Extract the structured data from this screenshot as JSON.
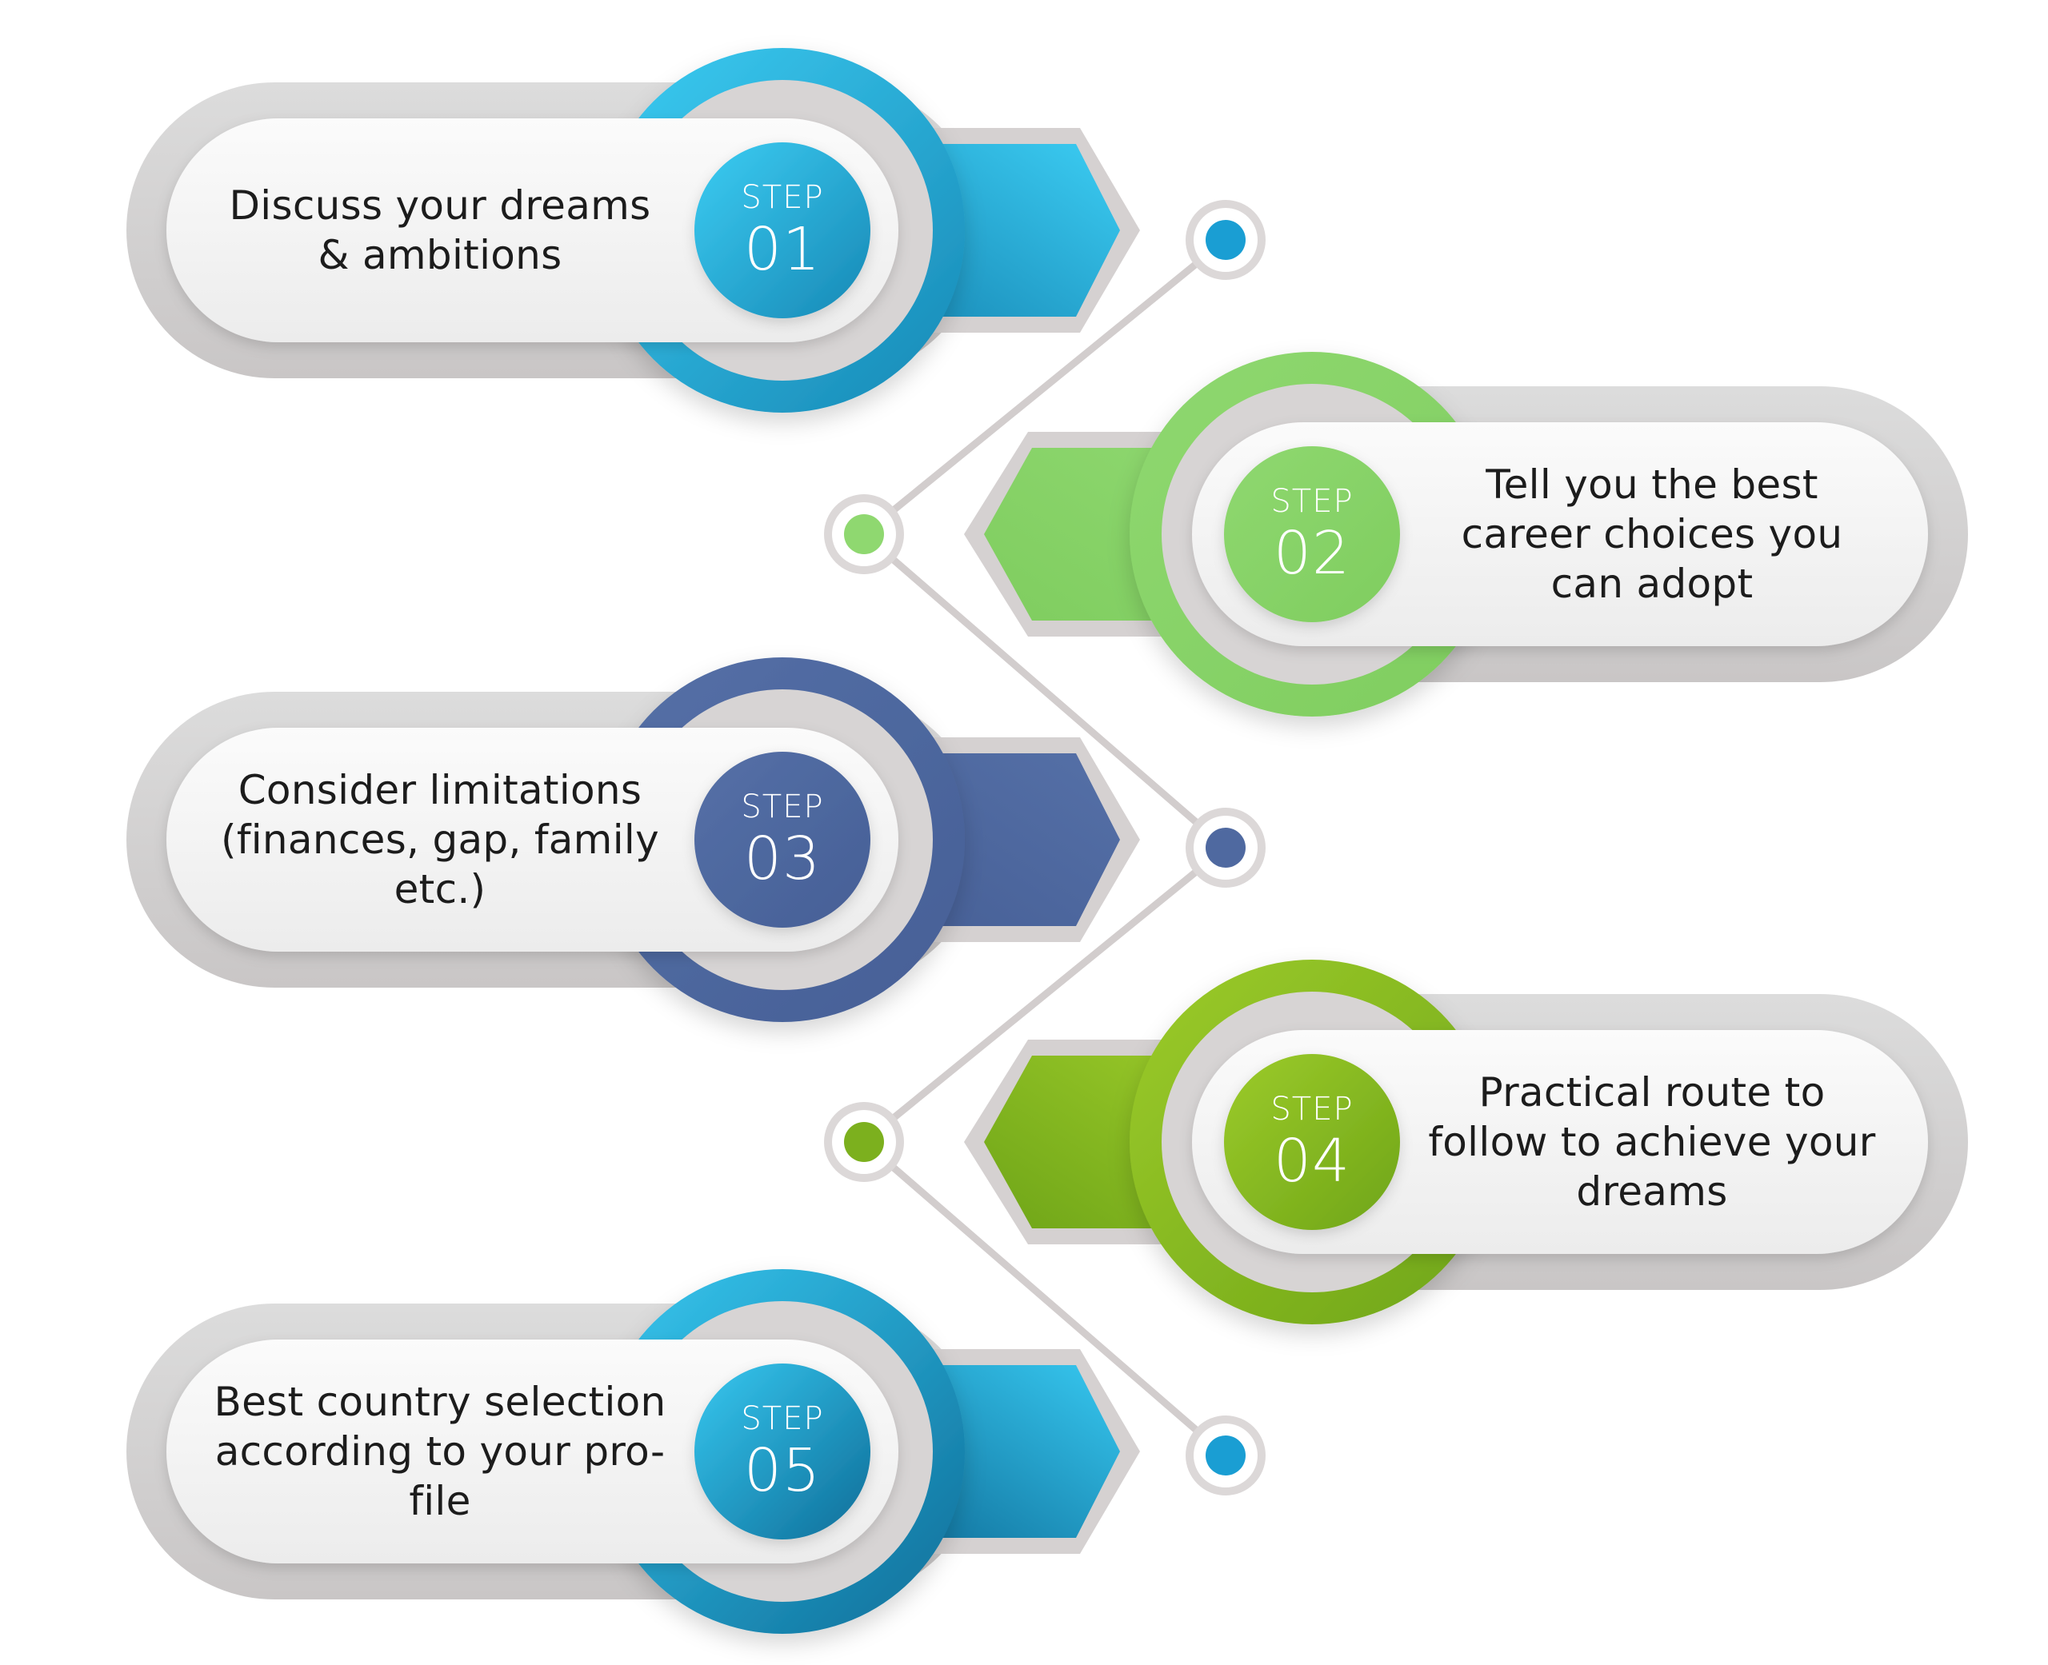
{
  "steps": [
    {
      "label": "STEP",
      "number": "01",
      "text": [
        "Discuss your dreams",
        "& ambitions"
      ],
      "color_light": "#3ccdf3",
      "color_dark": "#1788b5",
      "dot": "#1a9ed3"
    },
    {
      "label": "STEP",
      "number": "02",
      "text": [
        "Tell you the best",
        "career choices you",
        "can adopt"
      ],
      "color_light": "#8fd870",
      "color_dark": "#7fcd5f",
      "dot": "#8fd870"
    },
    {
      "label": "STEP",
      "number": "03",
      "text": [
        "Consider limitations",
        "(finances, gap, family",
        "etc.)"
      ],
      "color_light": "#5570a7",
      "color_dark": "#465f96",
      "dot": "#4f69a0"
    },
    {
      "label": "STEP",
      "number": "04",
      "text": [
        "Practical route to",
        "follow to achieve your",
        "dreams"
      ],
      "color_light": "#9ccb2a",
      "color_dark": "#6fa518",
      "dot": "#7cb01e"
    },
    {
      "label": "STEP",
      "number": "05",
      "text": [
        "Best country selection",
        "according to your pro-",
        "file"
      ],
      "color_light": "#37c8f0",
      "color_dark": "#0e6d98",
      "dot": "#1a9ed3"
    }
  ]
}
